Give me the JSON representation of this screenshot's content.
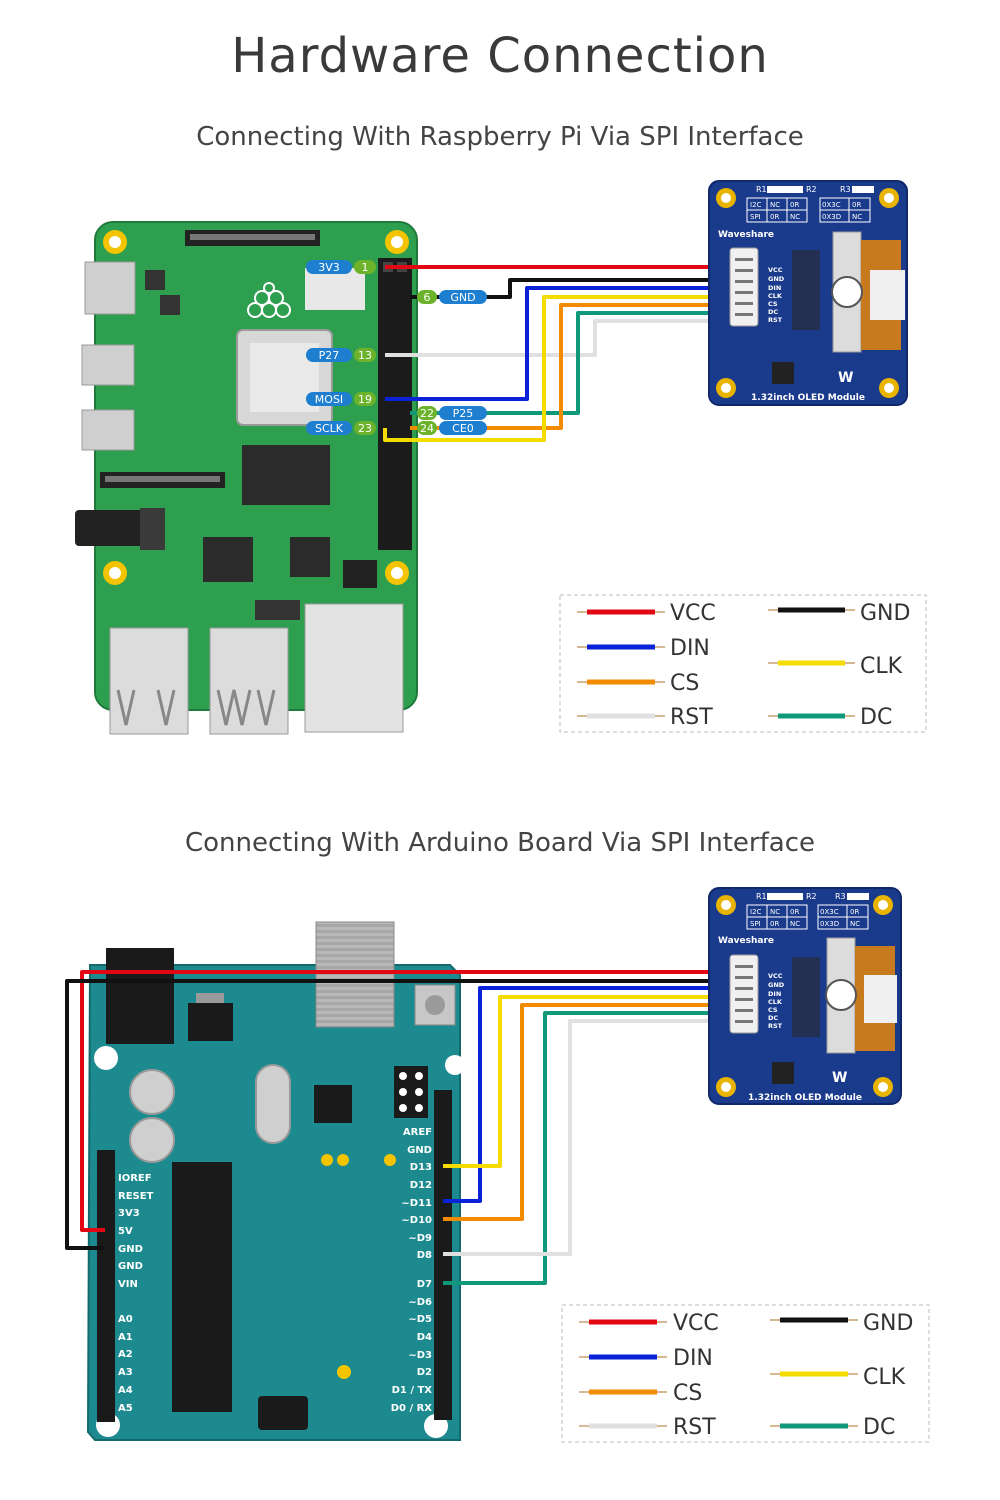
{
  "header": {
    "title": "Hardware Connection"
  },
  "raspberry_pi_section": {
    "subtitle": "Connecting With Raspberry Pi Via SPI Interface",
    "pins": [
      {
        "name": "3V3",
        "number": "1"
      },
      {
        "number": "6",
        "name": "GND"
      },
      {
        "name": "P27",
        "number": "13"
      },
      {
        "name": "MOSI",
        "number": "19"
      },
      {
        "number": "22",
        "name": "P25"
      },
      {
        "name": "SCLK",
        "number": "23"
      },
      {
        "number": "24",
        "name": "CE0"
      }
    ]
  },
  "arduino_section": {
    "subtitle": "Connecting With Arduino Board Via SPI Interface",
    "left_pins": [
      "IOREF",
      "RESET",
      "3V3",
      "5V",
      "GND",
      "GND",
      "VIN",
      "A0",
      "A1",
      "A2",
      "A3",
      "A4",
      "A5"
    ],
    "right_pins": [
      "AREF",
      "GND",
      "D13",
      "D12",
      "~D11",
      "~D10",
      "~D9",
      "D8",
      "D7",
      "~D6",
      "~D5",
      "D4",
      "~D3",
      "D2",
      "D1 / TX",
      "D0 / RX"
    ]
  },
  "oled_module": {
    "brand": "Waveshare",
    "name": "1.32inch OLED Module",
    "pins": [
      "VCC",
      "GND",
      "DIN",
      "CLK",
      "CS",
      "DC",
      "RST"
    ],
    "resistors_left": [
      "R1",
      "R2"
    ],
    "resistors_right": [
      "R3"
    ],
    "table_left": [
      [
        "I2C",
        "NC",
        "0R"
      ],
      [
        "SPI",
        "0R",
        "NC"
      ]
    ],
    "table_right": [
      [
        "0X3C",
        "0R"
      ],
      [
        "0X3D",
        "NC"
      ]
    ]
  },
  "legend": {
    "items": [
      {
        "label": "VCC",
        "color": "#e30613"
      },
      {
        "label": "GND",
        "color": "#111111"
      },
      {
        "label": "DIN",
        "color": "#0a22d8"
      },
      {
        "label": "CLK",
        "color": "#f5dc00"
      },
      {
        "label": "CS",
        "color": "#f28b00"
      },
      {
        "label": "RST",
        "color": "#e0e0e0"
      },
      {
        "label": "DC",
        "color": "#10987a"
      }
    ]
  },
  "colors": {
    "rpi_board": "#2e9e4f",
    "arduino_board": "#1c8a8e",
    "oled_board": "#1a3a8c",
    "pin_label_blue": "#1e7fd0",
    "pin_number_green": "#6cb32b"
  }
}
